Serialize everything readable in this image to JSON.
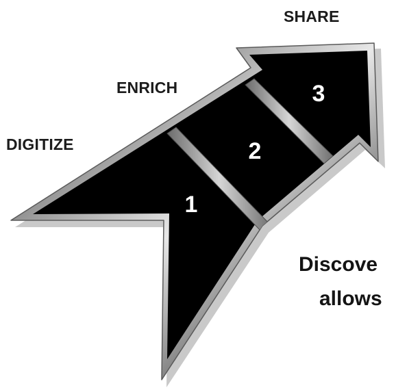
{
  "stages": [
    {
      "label": "DIGITIZE",
      "number": "1"
    },
    {
      "label": "ENRICH",
      "number": "2"
    },
    {
      "label": "SHARE",
      "number": "3"
    }
  ],
  "side_text": {
    "line1": "Discove",
    "line2": "allows"
  },
  "colors": {
    "arrow_fill": "#000000",
    "arrow_border": "#b8b8b8",
    "divider": "#9a9a9a",
    "label_text": "#1c1c1c",
    "number_text": "#ffffff"
  }
}
